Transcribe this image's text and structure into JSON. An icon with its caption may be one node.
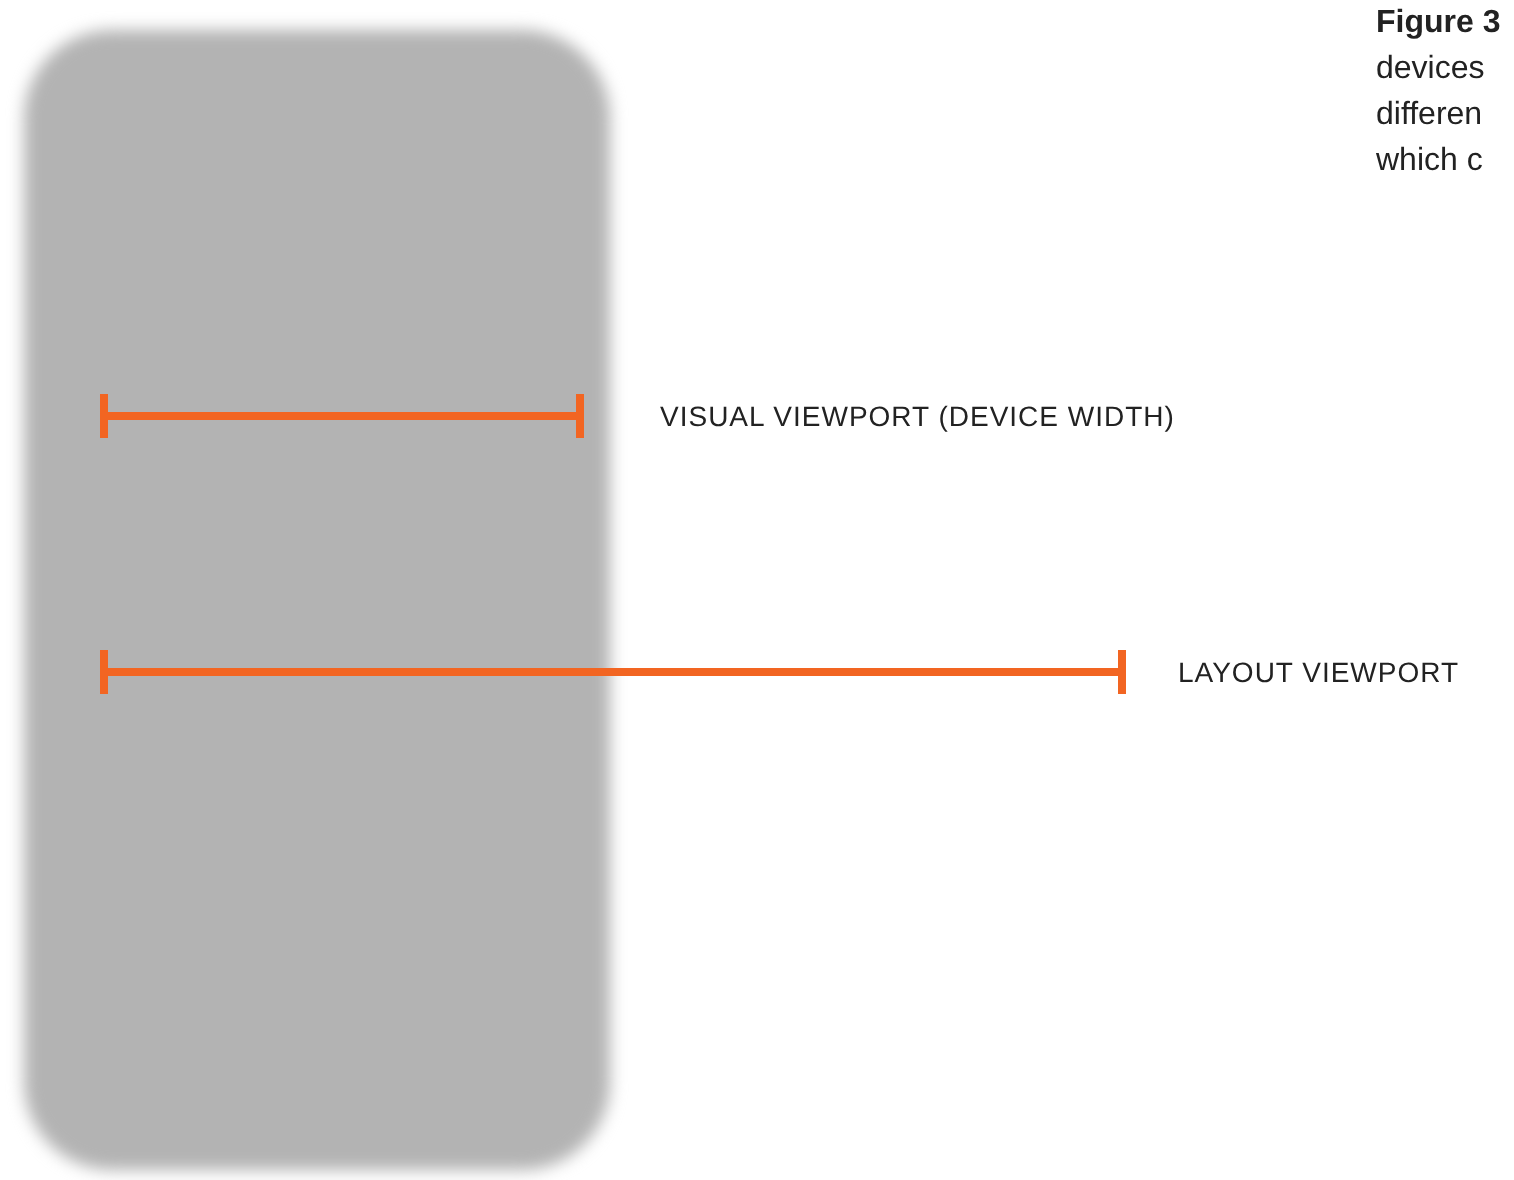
{
  "diagram": {
    "labels": [
      "Figure 3",
      "devices",
      "differen",
      "which c",
      "VISUAL VIEWPORT (DEVICE WIDTH)",
      "LAYOUT VIEWPORT"
    ]
  }
}
